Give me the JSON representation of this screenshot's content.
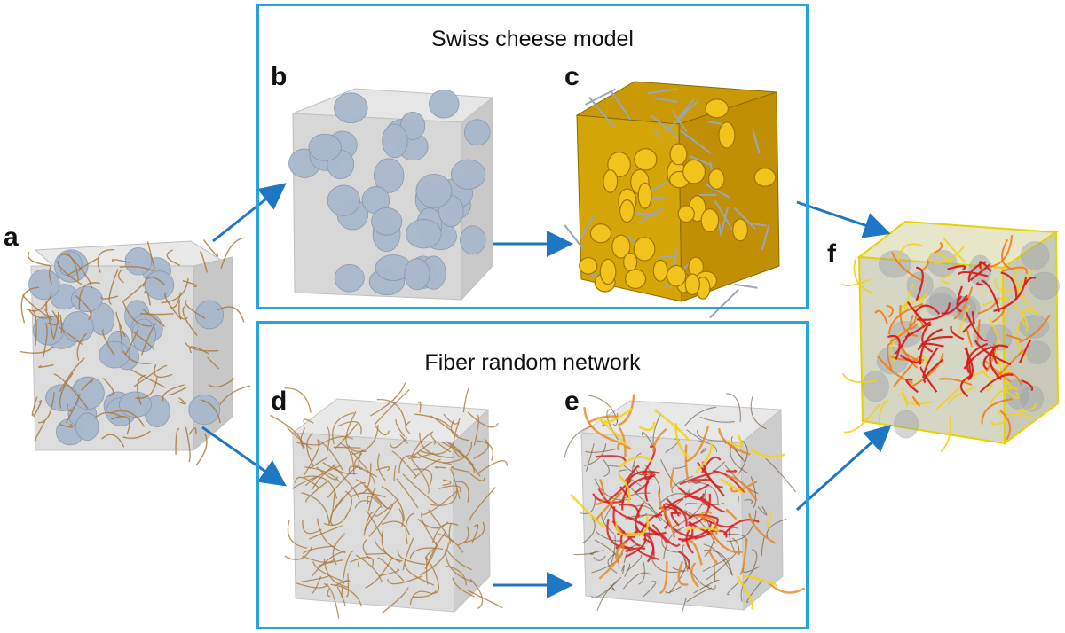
{
  "diagram": {
    "top_box": {
      "title": "Swiss cheese model"
    },
    "bottom_box": {
      "title": "Fiber random network"
    },
    "panels": {
      "a": {
        "label": "a"
      },
      "b": {
        "label": "b"
      },
      "c": {
        "label": "c"
      },
      "d": {
        "label": "d"
      },
      "e": {
        "label": "e"
      },
      "f": {
        "label": "f"
      }
    },
    "colors": {
      "frame": "#29a3dc",
      "arrow": "#1f77c4",
      "cube_face": "#d9d9d9",
      "inclusion": "#a9b8cc",
      "fiber": "#a97a3f",
      "cheese": "#d4a100",
      "heat_red": "#d81e1e",
      "heat_yellow": "#f2d21b"
    }
  }
}
